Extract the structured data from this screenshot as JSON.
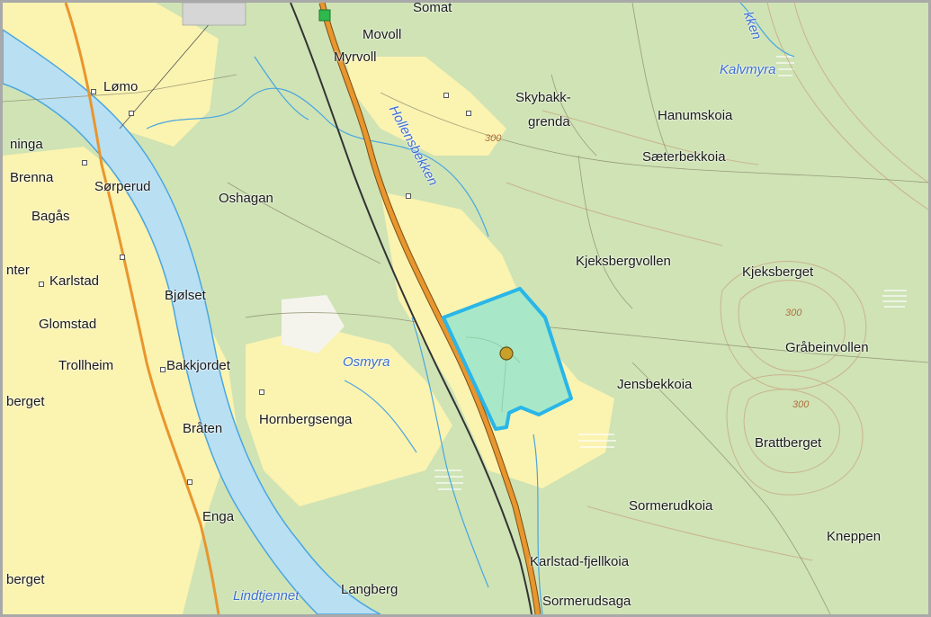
{
  "map": {
    "colors": {
      "forest": "#cfe3b5",
      "farmland": "#fbf3b0",
      "river": "#b9dff3",
      "river_edge": "#4aa6e0",
      "road_main": "#e8962e",
      "railway": "#333333",
      "contour": "#c9a07a",
      "area_fill": "#a8e8c8",
      "area_stroke": "#29b6e8",
      "marker": "#c8a02a"
    },
    "labels": [
      {
        "id": "movoll",
        "text": "Movoll"
      },
      {
        "id": "myrvoll",
        "text": "Myrvoll"
      },
      {
        "id": "lomo",
        "text": "Lømo"
      },
      {
        "id": "skybakk",
        "text": "Skybakk-"
      },
      {
        "id": "grenda",
        "text": "grenda"
      },
      {
        "id": "hanumskoia",
        "text": "Hanumskoia"
      },
      {
        "id": "kalvmyra",
        "text": "Kalvmyra"
      },
      {
        "id": "ninga",
        "text": "ninga"
      },
      {
        "id": "brenna",
        "text": "Brenna"
      },
      {
        "id": "sorperud",
        "text": "Sørperud"
      },
      {
        "id": "oshagan",
        "text": "Oshagan"
      },
      {
        "id": "saeterbekkoia",
        "text": "Sæterbekkoia"
      },
      {
        "id": "bagas",
        "text": "Bagås"
      },
      {
        "id": "kjeksbergvollen",
        "text": "Kjeksbergvollen"
      },
      {
        "id": "kjeksberget",
        "text": "Kjeksberget"
      },
      {
        "id": "nter",
        "text": "nter"
      },
      {
        "id": "karlstad",
        "text": "Karlstad"
      },
      {
        "id": "bjolset",
        "text": "Bjølset"
      },
      {
        "id": "glomstad",
        "text": "Glomstad"
      },
      {
        "id": "grabeinvollen",
        "text": "Gråbeinvollen"
      },
      {
        "id": "trollheim",
        "text": "Trollheim"
      },
      {
        "id": "bakkjordet",
        "text": "Bakkjordet"
      },
      {
        "id": "osmyra",
        "text": "Osmyra"
      },
      {
        "id": "jensbekkoia",
        "text": "Jensbekkoia"
      },
      {
        "id": "berget1",
        "text": "berget"
      },
      {
        "id": "hornbergsenga",
        "text": "Hornbergsenga"
      },
      {
        "id": "braten",
        "text": "Bråten"
      },
      {
        "id": "brattberget",
        "text": "Brattberget"
      },
      {
        "id": "sormerudkoia",
        "text": "Sormerudkoia"
      },
      {
        "id": "enga",
        "text": "Enga"
      },
      {
        "id": "kneppen",
        "text": "Kneppen"
      },
      {
        "id": "karlstad_fjellkoia",
        "text": "Karlstad-fjellkoia"
      },
      {
        "id": "berget2",
        "text": "berget"
      },
      {
        "id": "lindtjennet",
        "text": "Lindtjennet"
      },
      {
        "id": "langberg",
        "text": "Langberg"
      },
      {
        "id": "sormerudsaga",
        "text": "Sormerudsaga"
      },
      {
        "id": "somat",
        "text": "Somat"
      },
      {
        "id": "hollensbekken",
        "text": "Hollensbekken"
      },
      {
        "id": "bekken_top",
        "text": "kken"
      },
      {
        "id": "c300a",
        "text": "300"
      },
      {
        "id": "c300b",
        "text": "300"
      },
      {
        "id": "c300c",
        "text": "300"
      }
    ]
  }
}
